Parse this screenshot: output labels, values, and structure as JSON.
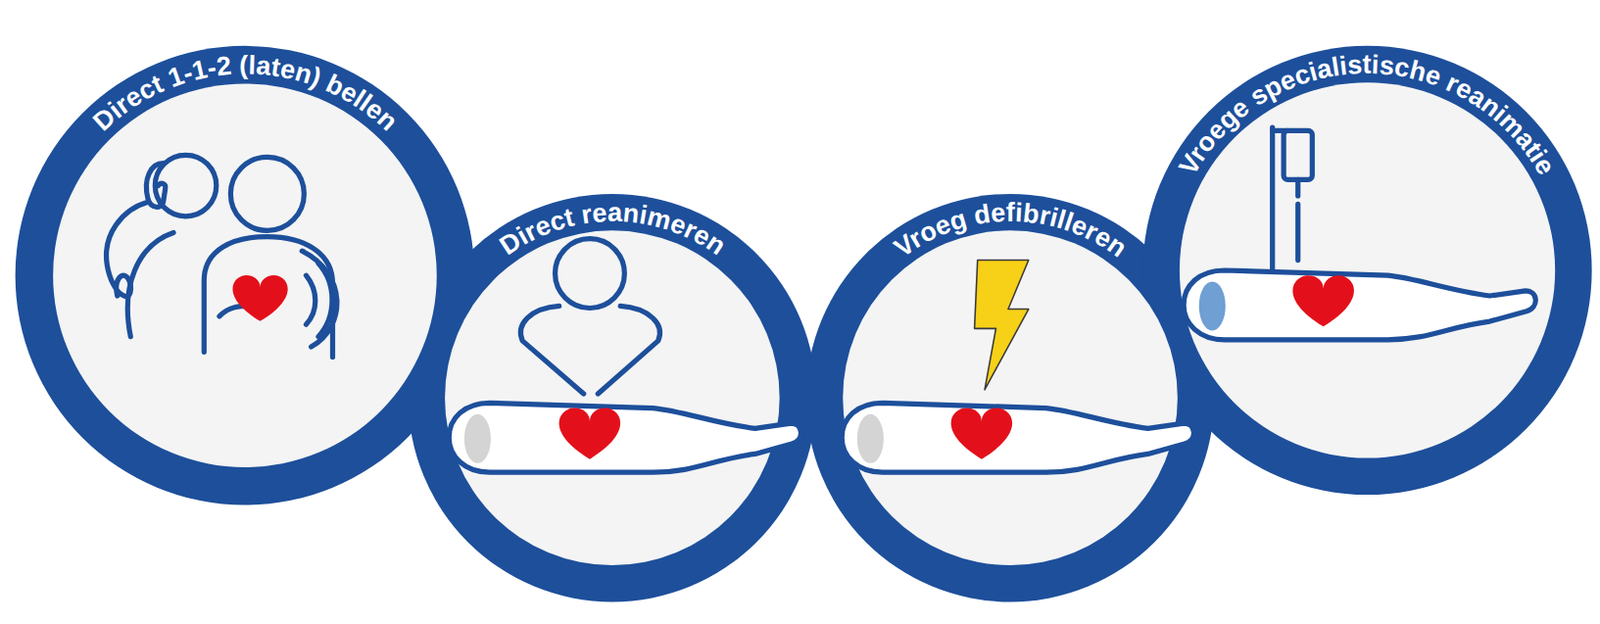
{
  "diagram": {
    "nodes": [
      {
        "text": [
          "Direct 1-1-2 (laten) bellen"
        ]
      },
      {
        "text": [
          "Direct reanimeren"
        ]
      },
      {
        "text": [
          "Vroeg defibrilleren"
        ]
      },
      {
        "text": [
          "Vroege specialistische reanimatie"
        ]
      }
    ]
  }
}
